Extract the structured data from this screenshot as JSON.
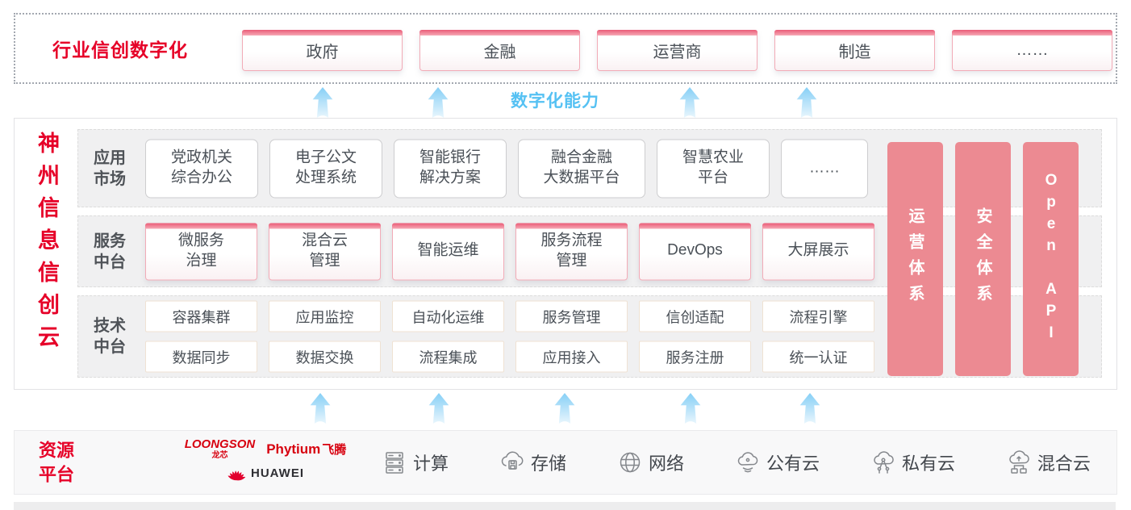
{
  "colors": {
    "accent_red": "#e60028",
    "pillar_pink": "#ec8a92",
    "capability_blue": "#55c1f3",
    "vendor_red": "#d7000f"
  },
  "top_banner": {
    "title": "行业信创数字化",
    "industries": [
      "政府",
      "金融",
      "运营商",
      "制造",
      "……"
    ]
  },
  "capability_label": "数字化能力",
  "platform": {
    "vertical_title": "神州信息信创云",
    "app_layer": {
      "label": "应用\n市场",
      "items": [
        "党政机关\n综合办公",
        "电子公文\n处理系统",
        "智能银行\n解决方案",
        "融合金融\n大数据平台",
        "智慧农业\n平台",
        "……"
      ]
    },
    "service_layer": {
      "label": "服务\n中台",
      "items": [
        "微服务\n治理",
        "混合云\n管理",
        "智能运维",
        "服务流程\n管理",
        "DevOps",
        "大屏展示"
      ]
    },
    "tech_layer": {
      "label": "技术\n中台",
      "row1": [
        "容器集群",
        "应用监控",
        "自动化运维",
        "服务管理",
        "信创适配",
        "流程引擎"
      ],
      "row2": [
        "数据同步",
        "数据交换",
        "流程集成",
        "应用接入",
        "服务注册",
        "统一认证"
      ]
    },
    "pillars": [
      "运营体系",
      "安全体系",
      "Open API"
    ]
  },
  "resources": {
    "label": "资源\n平台",
    "vendors": {
      "loongson_en": "LOONGSON",
      "loongson_cn": "龙芯",
      "phytium_en": "Phytium",
      "phytium_cn": "飞腾",
      "huawei": "HUAWEI"
    },
    "items": [
      {
        "icon": "compute-server-icon",
        "label": "计算"
      },
      {
        "icon": "cloud-storage-icon",
        "label": "存储"
      },
      {
        "icon": "network-globe-icon",
        "label": "网络"
      },
      {
        "icon": "public-cloud-icon",
        "label": "公有云"
      },
      {
        "icon": "private-cloud-icon",
        "label": "私有云"
      },
      {
        "icon": "hybrid-cloud-icon",
        "label": "混合云"
      }
    ]
  }
}
